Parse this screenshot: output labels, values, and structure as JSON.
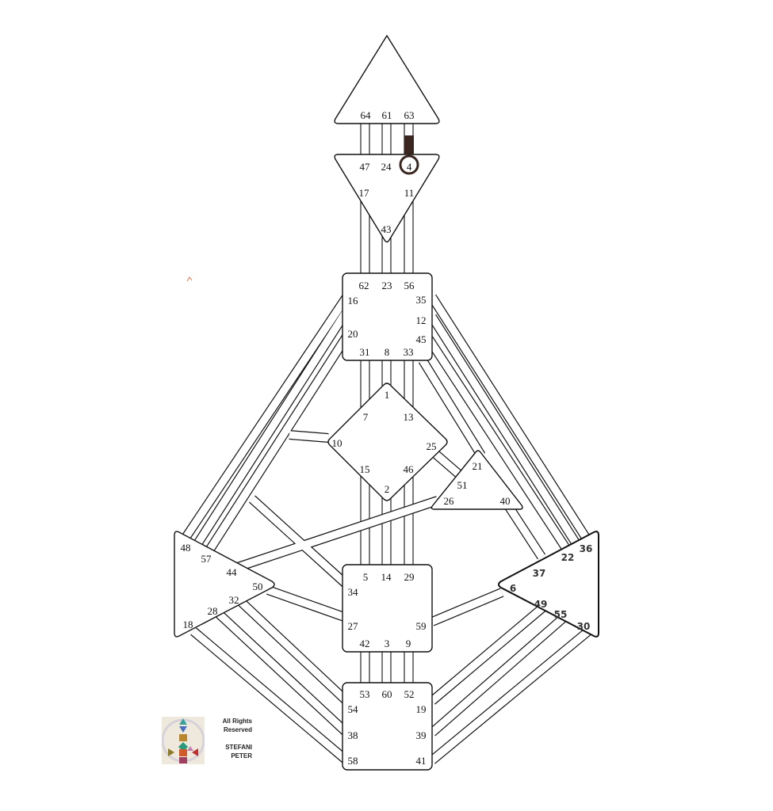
{
  "centers": {
    "head": {
      "gates": [
        "64",
        "61",
        "63"
      ]
    },
    "ajna": {
      "gates": [
        "47",
        "24",
        "4",
        "17",
        "11",
        "43"
      ]
    },
    "throat": {
      "gates": [
        "62",
        "23",
        "56",
        "16",
        "35",
        "12",
        "20",
        "45",
        "31",
        "8",
        "33"
      ]
    },
    "g": {
      "gates": [
        "1",
        "7",
        "13",
        "10",
        "25",
        "15",
        "46",
        "2"
      ]
    },
    "heart": {
      "gates": [
        "21",
        "51",
        "26",
        "40"
      ]
    },
    "spleen": {
      "gates": [
        "48",
        "57",
        "44",
        "50",
        "32",
        "28",
        "18"
      ]
    },
    "sacral": {
      "gates": [
        "5",
        "14",
        "29",
        "34",
        "27",
        "59",
        "42",
        "3",
        "9"
      ]
    },
    "solar_plexus": {
      "gates": [
        "36",
        "22",
        "37",
        "6",
        "49",
        "55",
        "30"
      ]
    },
    "root": {
      "gates": [
        "53",
        "60",
        "52",
        "54",
        "19",
        "38",
        "39",
        "58",
        "41"
      ]
    }
  },
  "active_gate": "4",
  "colors": {
    "line": "#111111",
    "active": "#3a2620"
  },
  "credits": {
    "line1": "All Rights",
    "line2": "Reserved",
    "line3": "STEFANI",
    "line4": "PETER"
  }
}
